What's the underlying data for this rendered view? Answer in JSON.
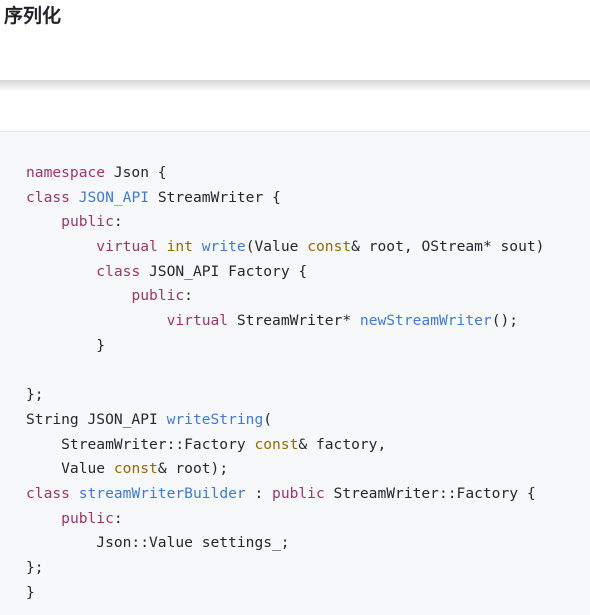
{
  "page": {
    "heading": "序列化"
  },
  "code": {
    "lines": [
      [
        {
          "t": "namespace",
          "c": "kw"
        },
        {
          "t": " Json {",
          "c": "pl"
        }
      ],
      [
        {
          "t": "class",
          "c": "kw"
        },
        {
          "t": " ",
          "c": "pl"
        },
        {
          "t": "JSON_API",
          "c": "fn"
        },
        {
          "t": " StreamWriter {",
          "c": "pl"
        }
      ],
      [
        {
          "t": "    ",
          "c": "pl"
        },
        {
          "t": "public",
          "c": "kw"
        },
        {
          "t": ":",
          "c": "pl"
        }
      ],
      [
        {
          "t": "        ",
          "c": "pl"
        },
        {
          "t": "virtual",
          "c": "kw"
        },
        {
          "t": " ",
          "c": "pl"
        },
        {
          "t": "int",
          "c": "ty"
        },
        {
          "t": " ",
          "c": "pl"
        },
        {
          "t": "write",
          "c": "fn"
        },
        {
          "t": "(Value ",
          "c": "pl"
        },
        {
          "t": "const",
          "c": "ty"
        },
        {
          "t": "& root, OStream* sout)",
          "c": "pl"
        }
      ],
      [
        {
          "t": "        ",
          "c": "pl"
        },
        {
          "t": "class",
          "c": "kw"
        },
        {
          "t": " JSON_API Factory {",
          "c": "pl"
        }
      ],
      [
        {
          "t": "            ",
          "c": "pl"
        },
        {
          "t": "public",
          "c": "kw"
        },
        {
          "t": ":",
          "c": "pl"
        }
      ],
      [
        {
          "t": "                ",
          "c": "pl"
        },
        {
          "t": "virtual",
          "c": "kw"
        },
        {
          "t": " StreamWriter* ",
          "c": "pl"
        },
        {
          "t": "newStreamWriter",
          "c": "fn"
        },
        {
          "t": "();",
          "c": "pl"
        }
      ],
      [
        {
          "t": "        }",
          "c": "pl"
        }
      ],
      [
        {
          "t": "",
          "c": "pl"
        }
      ],
      [
        {
          "t": "};",
          "c": "pl"
        }
      ],
      [
        {
          "t": "String JSON_API ",
          "c": "pl"
        },
        {
          "t": "writeString",
          "c": "fn"
        },
        {
          "t": "(",
          "c": "pl"
        }
      ],
      [
        {
          "t": "    StreamWriter::Factory ",
          "c": "pl"
        },
        {
          "t": "const",
          "c": "ty"
        },
        {
          "t": "& factory,",
          "c": "pl"
        }
      ],
      [
        {
          "t": "    Value ",
          "c": "pl"
        },
        {
          "t": "const",
          "c": "ty"
        },
        {
          "t": "& root);",
          "c": "pl"
        }
      ],
      [
        {
          "t": "class",
          "c": "kw"
        },
        {
          "t": " ",
          "c": "pl"
        },
        {
          "t": "streamWriterBuilder",
          "c": "fn"
        },
        {
          "t": " : ",
          "c": "pl"
        },
        {
          "t": "public",
          "c": "kw"
        },
        {
          "t": " StreamWriter::Factory {",
          "c": "pl"
        }
      ],
      [
        {
          "t": "    ",
          "c": "pl"
        },
        {
          "t": "public",
          "c": "kw"
        },
        {
          "t": ":",
          "c": "pl"
        }
      ],
      [
        {
          "t": "        Json::Value settings_;",
          "c": "pl"
        }
      ],
      [
        {
          "t": "};",
          "c": "pl"
        }
      ],
      [
        {
          "t": "}",
          "c": "pl"
        }
      ]
    ]
  },
  "colors": {
    "keyword": "#a0346b",
    "type": "#9a6700",
    "function": "#3f7ad9",
    "plain": "#24292f",
    "code_background": "#f6f8fa"
  }
}
